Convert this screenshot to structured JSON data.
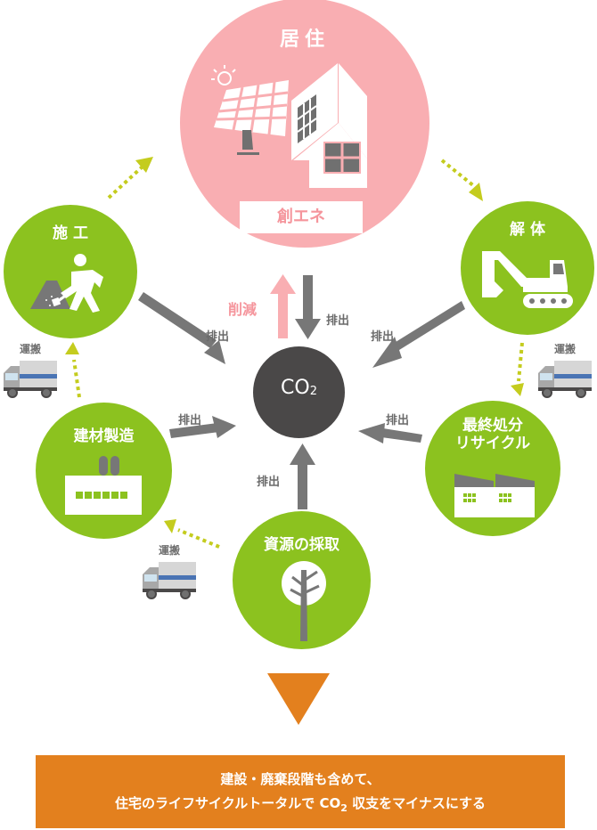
{
  "center": {
    "label_main": "CO",
    "label_sub": "2"
  },
  "nodes": {
    "residence": {
      "title": "居住",
      "badge": "創エネ",
      "icon": "house-with-solar-panel-icon"
    },
    "construction": {
      "title": "施 工",
      "icon": "construction-worker-shovel-icon"
    },
    "demolition": {
      "title": "解 体",
      "icon": "excavator-icon"
    },
    "material_manufacturing": {
      "title": "建材製造",
      "icon": "factory-icon"
    },
    "final_disposal": {
      "title": "最終処分\nリサイクル",
      "icon": "recycling-plant-icon"
    },
    "resource_extraction": {
      "title": "資源の採取",
      "icon": "tree-icon"
    }
  },
  "flows": {
    "reduction_label": "削減",
    "emission_label": "排出",
    "transport_label": "運搬"
  },
  "colors": {
    "node_green": "#8cc21f",
    "residence_pink": "#f9aeb2",
    "co2_dark": "#4a4848",
    "arrow_gray": "#777777",
    "dotted_arrow": "#c4cc1e",
    "summary_orange": "#e3801e"
  },
  "summary": {
    "line1": "建設・廃棄段階も含めて、",
    "line2_pre": "住宅のライフサイクルトータルで ",
    "line2_co": "CO",
    "line2_sub": "2",
    "line2_post": " 収支をマイナスにする"
  }
}
